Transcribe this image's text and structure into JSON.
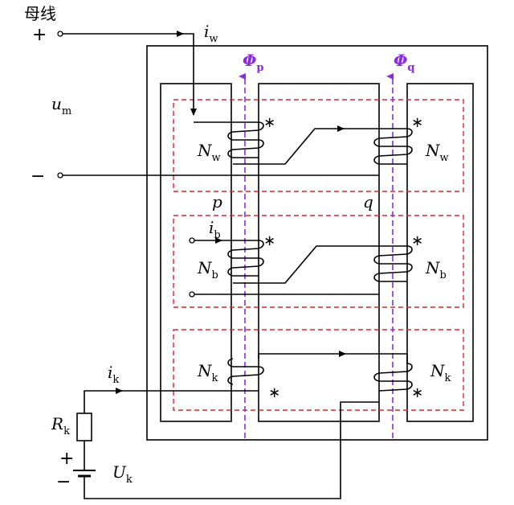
{
  "title": "母线",
  "plus_sign": "+",
  "minus_sign": "−",
  "battery_plus": "+",
  "battery_minus": "−",
  "dot_marker": "∗",
  "labels": {
    "iw": {
      "main": "i",
      "sub": "w"
    },
    "um": {
      "main": "u",
      "sub": "m"
    },
    "Nw": {
      "main": "N",
      "sub": "w"
    },
    "Nb": {
      "main": "N",
      "sub": "b"
    },
    "Nk": {
      "main": "N",
      "sub": "k"
    },
    "ib": {
      "main": "i",
      "sub": "b"
    },
    "ik": {
      "main": "i",
      "sub": "k"
    },
    "Rk": {
      "main": "R",
      "sub": "k"
    },
    "Uk": {
      "main": "U",
      "sub": "k"
    },
    "p": {
      "main": "p"
    },
    "q": {
      "main": "q"
    },
    "phip": {
      "main": "Φ",
      "sub": "p"
    },
    "phiq": {
      "main": "Φ",
      "sub": "q"
    }
  },
  "colors": {
    "wire": "#000000",
    "zone_border": "#e8202a",
    "flux": "#8a2be2"
  }
}
